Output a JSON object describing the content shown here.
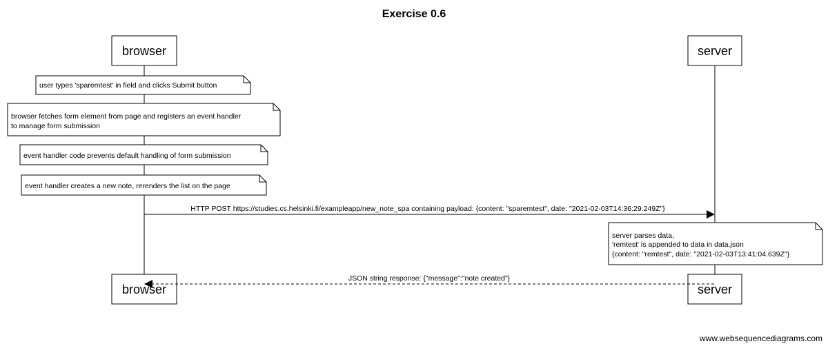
{
  "title": "Exercise 0.6",
  "participants": {
    "left": "browser",
    "right": "server"
  },
  "notes": {
    "browser": [
      [
        "user types 'sparemtest' in field and clicks Submit button"
      ],
      [
        "browser fetches form element from page and registers an event handler",
        "to manage form submission"
      ],
      [
        "event handler code prevents default handling of form submission"
      ],
      [
        "event handler creates a new note, rerenders the list on the page"
      ]
    ],
    "server": [
      [
        "server parses data,",
        "'remtest' is appended to data in data.json",
        "{content: \"remtest\", date: \"2021-02-03T13:41:04.639Z\"}"
      ]
    ]
  },
  "messages": {
    "request": "HTTP POST https://studies.cs.helsinki.fi/exampleapp/new_note_spa containing payload: {content: \"sparemtest\", date: \"2021-02-03T14:36:29.249Z\"}",
    "response": "JSON string response: {\"message\":\"note created\"}"
  },
  "watermark": "www.websequencediagrams.com"
}
